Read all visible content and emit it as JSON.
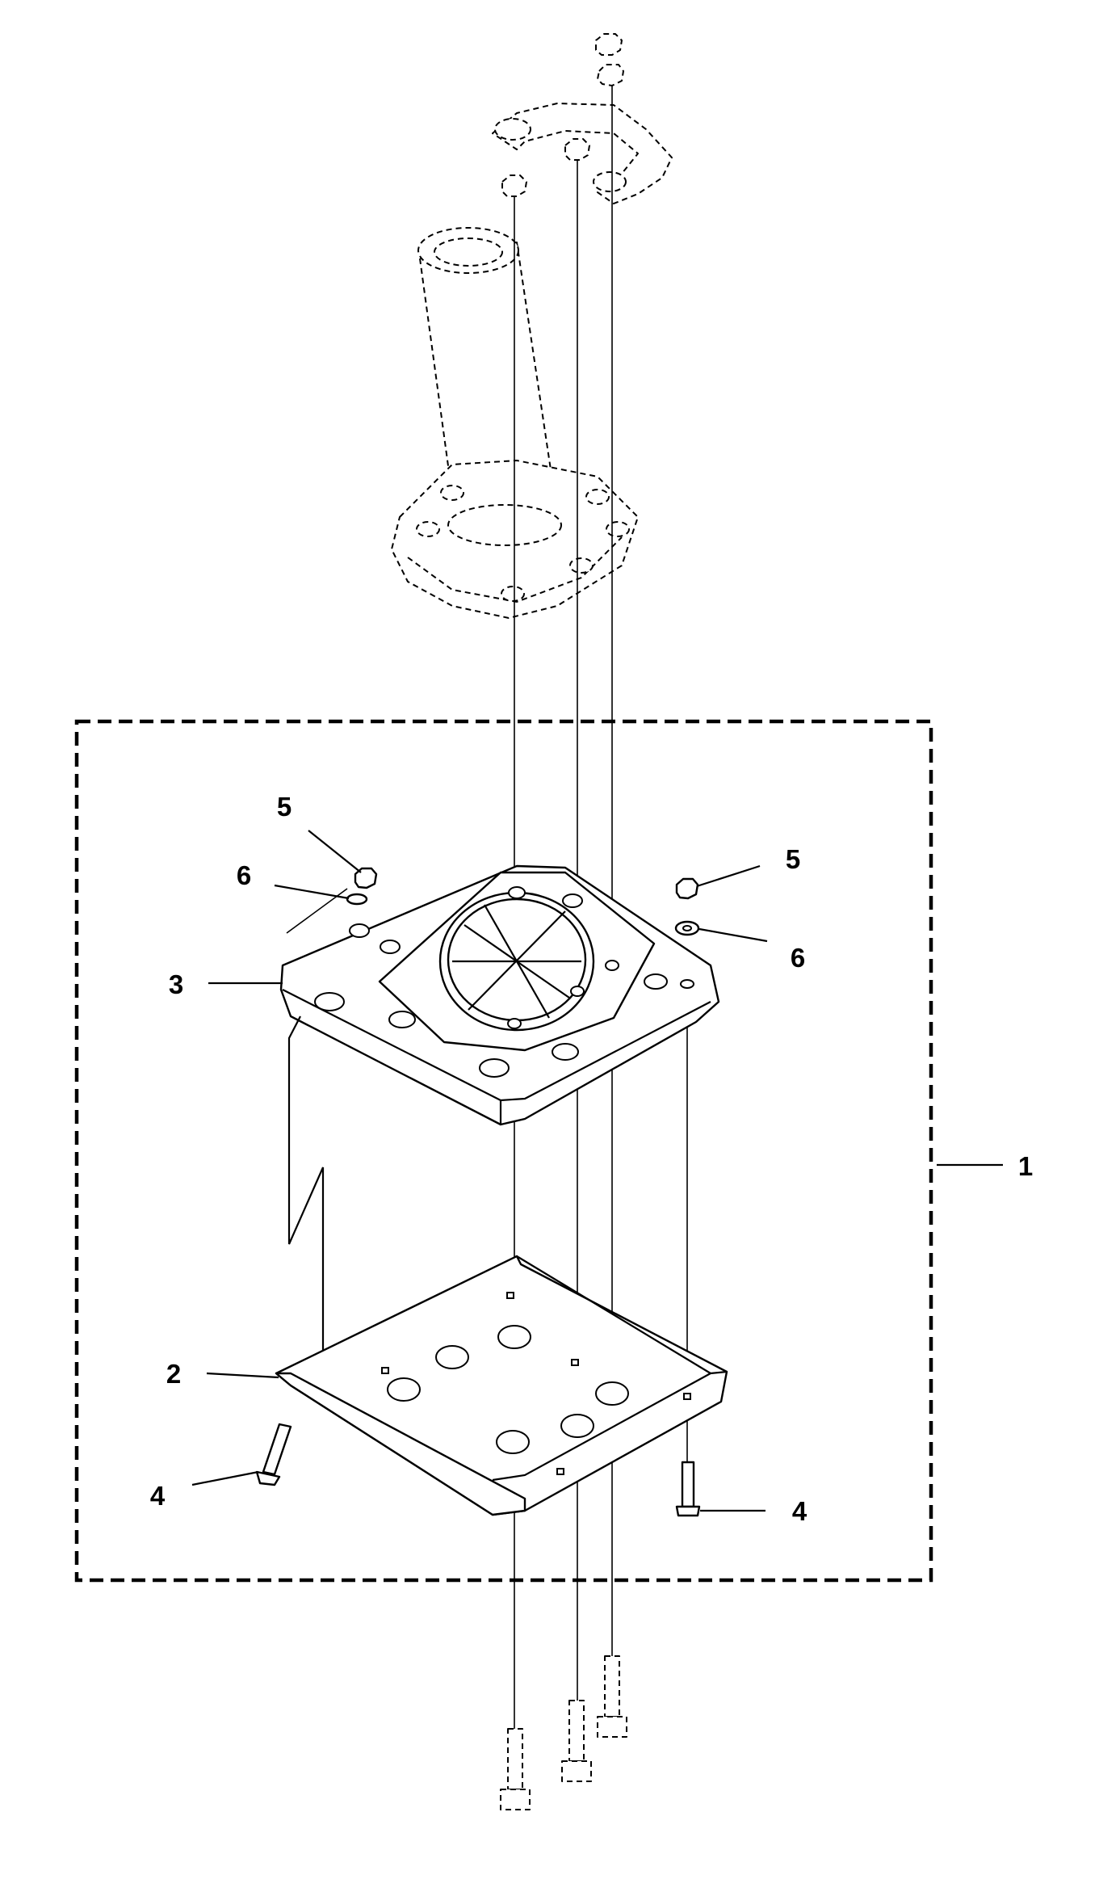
{
  "diagram": {
    "type": "exploded-parts-drawing",
    "callouts": [
      {
        "id": "c1",
        "label": "1"
      },
      {
        "id": "c2",
        "label": "2"
      },
      {
        "id": "c3",
        "label": "3"
      },
      {
        "id": "c4a",
        "label": "4"
      },
      {
        "id": "c4b",
        "label": "4"
      },
      {
        "id": "c5a",
        "label": "5"
      },
      {
        "id": "c5b",
        "label": "5"
      },
      {
        "id": "c6a",
        "label": "6"
      },
      {
        "id": "c6b",
        "label": "6"
      }
    ]
  }
}
